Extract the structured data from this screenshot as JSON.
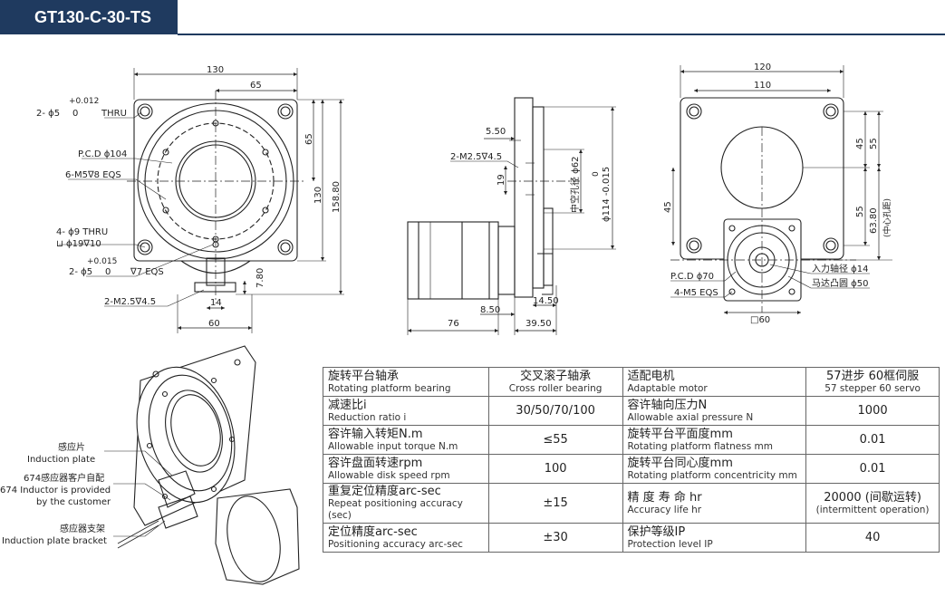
{
  "header": {
    "model": "GT130-C-30-TS"
  },
  "front_view": {
    "dims": {
      "width_130": "130",
      "half_65": "65",
      "hole_thru_label": "2- ϕ5",
      "hole_thru_tol_top": "+0.012",
      "hole_thru_tol_bot": "0",
      "thru": "THRU",
      "pcd": "P.C.D ϕ104",
      "m5_eqs": "6-M5∇8 EQS",
      "h_65": "65",
      "h_130": "130",
      "h_158": "158.80",
      "four_holes": "4- ϕ9 THRU",
      "cbore": "⊔ ϕ19∇10",
      "pin_tol_top": "+0.015",
      "pin_label": "2- ϕ5",
      "pin_tol_bot": "0",
      "pin_depth": "∇7 EQS",
      "h_780": "7.80",
      "w_14": "14",
      "m25_label": "2-M2.5∇4.5",
      "w_60": "60"
    }
  },
  "side_view": {
    "dims": {
      "d_550": "5.50",
      "m25": "2-M2.5∇4.5",
      "d_19": "19",
      "hollow": "中空孔径 ϕ62",
      "tol_zero": "0",
      "shaft": "ϕ114 -0.015",
      "d_1450": "14.50",
      "d_850": "8.50",
      "d_76": "76",
      "d_3950": "39.50"
    }
  },
  "rear_view": {
    "dims": {
      "w_120": "120",
      "w_110": "110",
      "h_45a": "45",
      "h_55a": "55",
      "h_45b": "45",
      "h_55b": "55",
      "h_6380": "63.80",
      "center_hole": "(中心孔距)",
      "input_shaft": "入力轴径 ϕ14",
      "motor_boss": "马达凸圆 ϕ50",
      "pcd70": "P.C.D ϕ70",
      "m5eqs": "4-M5 EQS",
      "sq60": "□60"
    }
  },
  "iso_labels": {
    "plate_zh": "感应片",
    "plate_en": "Induction plate",
    "inductor_zh": "674感应器客户自配",
    "inductor_en1": "674 Inductor is provided",
    "inductor_en2": "by the customer",
    "bracket_zh": "感应器支架",
    "bracket_en": "Induction plate bracket"
  },
  "specs": [
    {
      "l_zh": "旋转平台轴承",
      "l_en": "Rotating platform bearing",
      "v_zh": "交叉滚子轴承",
      "v_en": "Cross roller bearing",
      "r_zh": "适配电机",
      "r_en": "Adaptable motor",
      "rv_zh": "57进步 60框伺服",
      "rv_en": "57 stepper 60 servo"
    },
    {
      "l_zh": "减速比i",
      "l_en": "Reduction ratio i",
      "v": "30/50/70/100",
      "r_zh": "容许轴向压力N",
      "r_en": "Allowable axial pressure N",
      "rv": "1000"
    },
    {
      "l_zh": "容许输入转矩N.m",
      "l_en": "Allowable input torque N.m",
      "v": "≤55",
      "r_zh": "旋转平台平面度mm",
      "r_en": "Rotating platform flatness mm",
      "rv": "0.01"
    },
    {
      "l_zh": "容许盘面转速rpm",
      "l_en": "Allowable disk speed rpm",
      "v": "100",
      "r_zh": "旋转平台同心度mm",
      "r_en": "Rotating platform concentricity mm",
      "rv": "0.01"
    },
    {
      "l_zh": "重复定位精度arc-sec",
      "l_en": "Repeat positioning accuracy (sec)",
      "v": "±15",
      "r_zh": "精 度 寿 命 hr",
      "r_en": "Accuracy life hr",
      "rv_zh": "20000 (间歇运转)",
      "rv_en": "(intermittent operation)"
    },
    {
      "l_zh": "定位精度arc-sec",
      "l_en": "Positioning accuracy arc-sec",
      "v": "±30",
      "r_zh": "保护等级IP",
      "r_en": "Protection level IP",
      "rv": "40"
    }
  ]
}
